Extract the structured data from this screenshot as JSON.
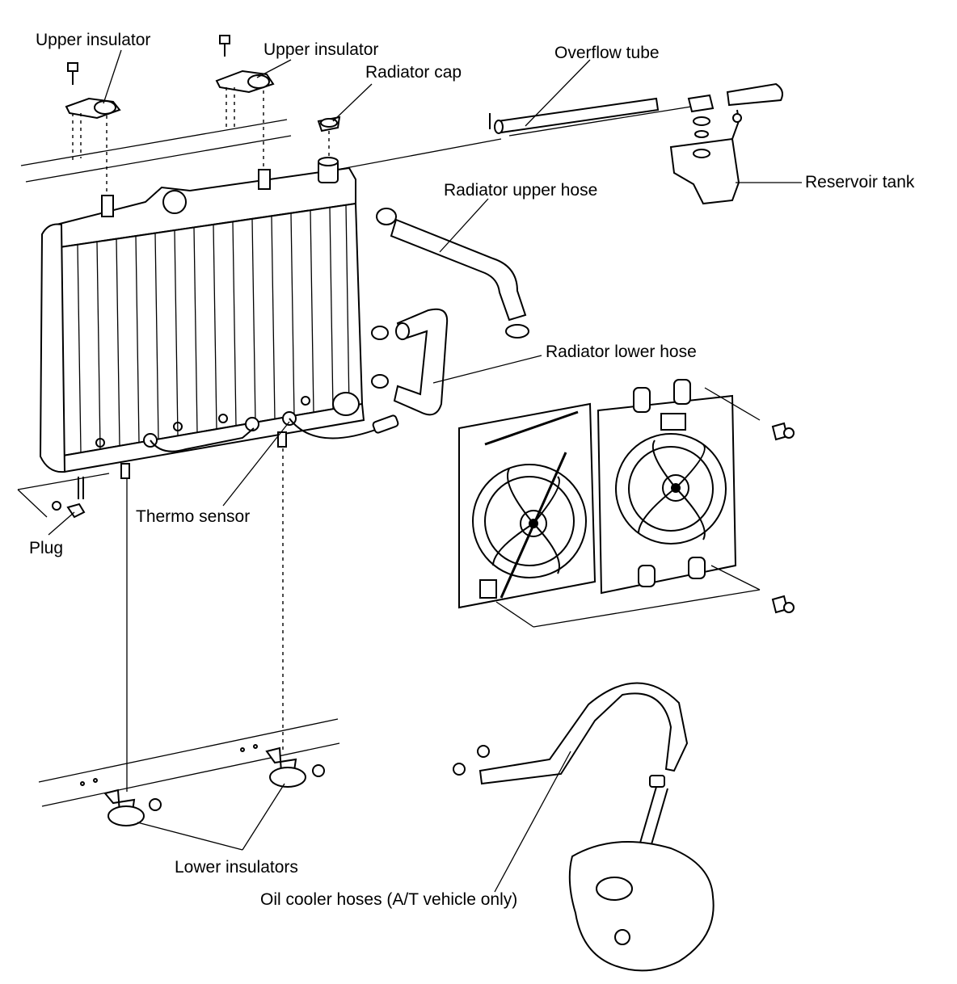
{
  "labels": {
    "upper_insulator_left": "Upper insulator",
    "upper_insulator_right": "Upper insulator",
    "radiator_cap": "Radiator cap",
    "overflow_tube": "Overflow tube",
    "reservoir_tank": "Reservoir tank",
    "radiator_upper_hose": "Radiator upper hose",
    "radiator_lower_hose": "Radiator lower hose",
    "thermo_sensor": "Thermo sensor",
    "plug": "Plug",
    "lower_insulators": "Lower insulators",
    "oil_cooler_hoses": "Oil cooler hoses (A/T vehicle only)"
  }
}
